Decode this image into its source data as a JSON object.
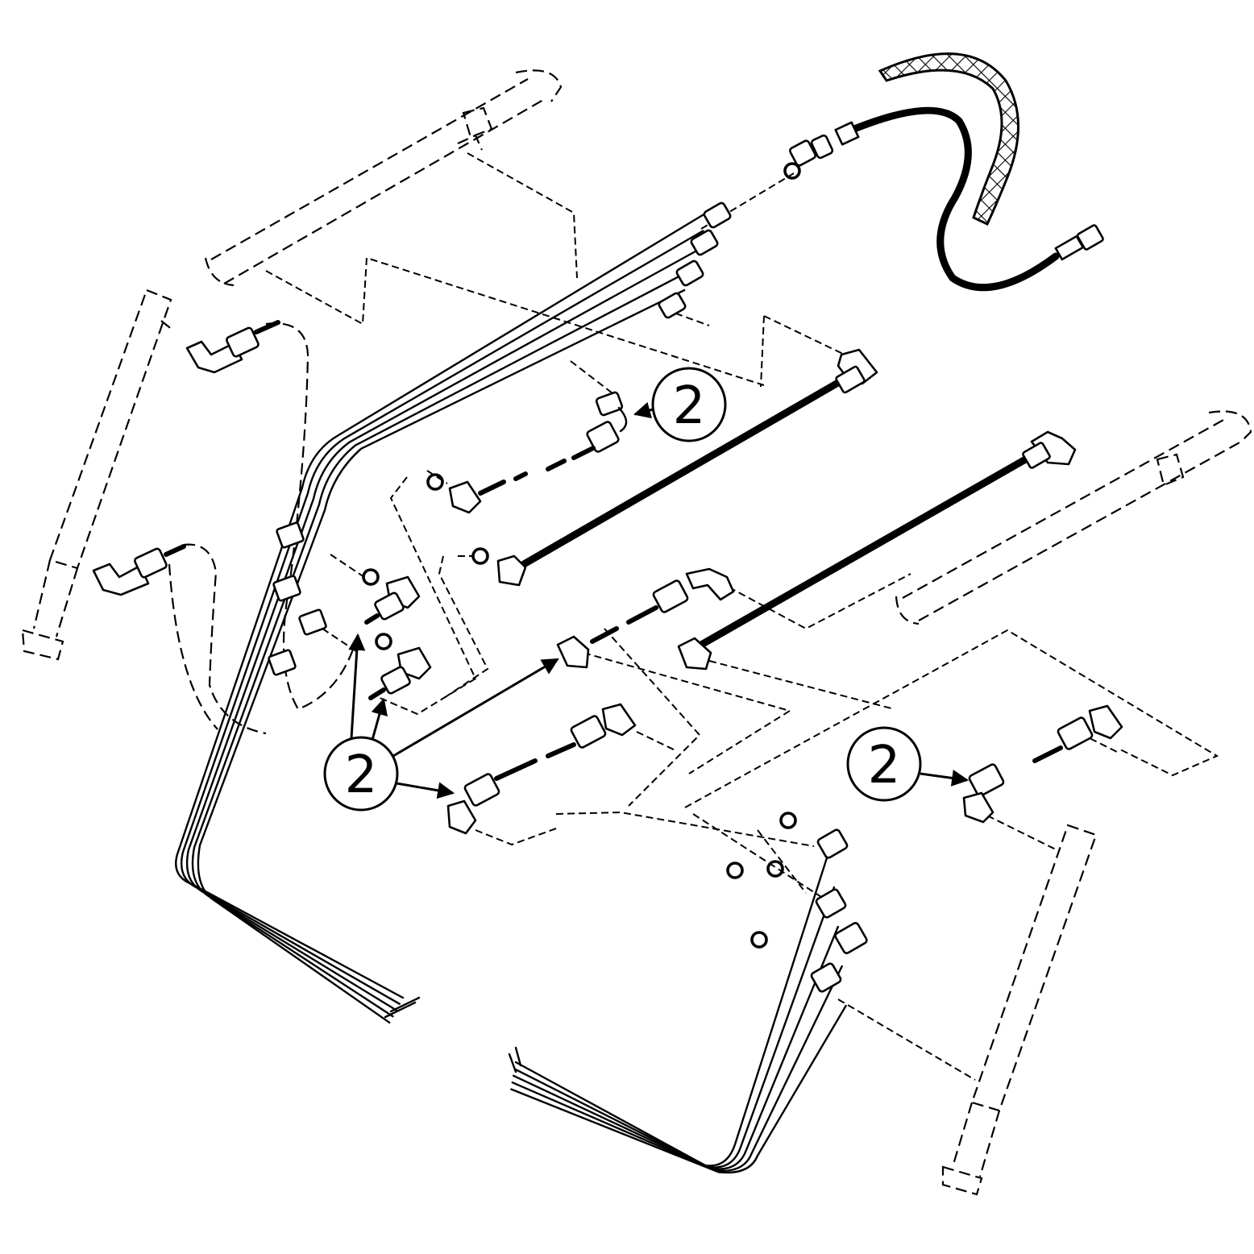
{
  "diagram": {
    "colors": {
      "ink": "#000000",
      "paper": "#ffffff"
    },
    "callouts": [
      {
        "id": "callout-top",
        "label": "2"
      },
      {
        "id": "callout-center",
        "label": "2"
      },
      {
        "id": "callout-right",
        "label": "2"
      }
    ]
  }
}
